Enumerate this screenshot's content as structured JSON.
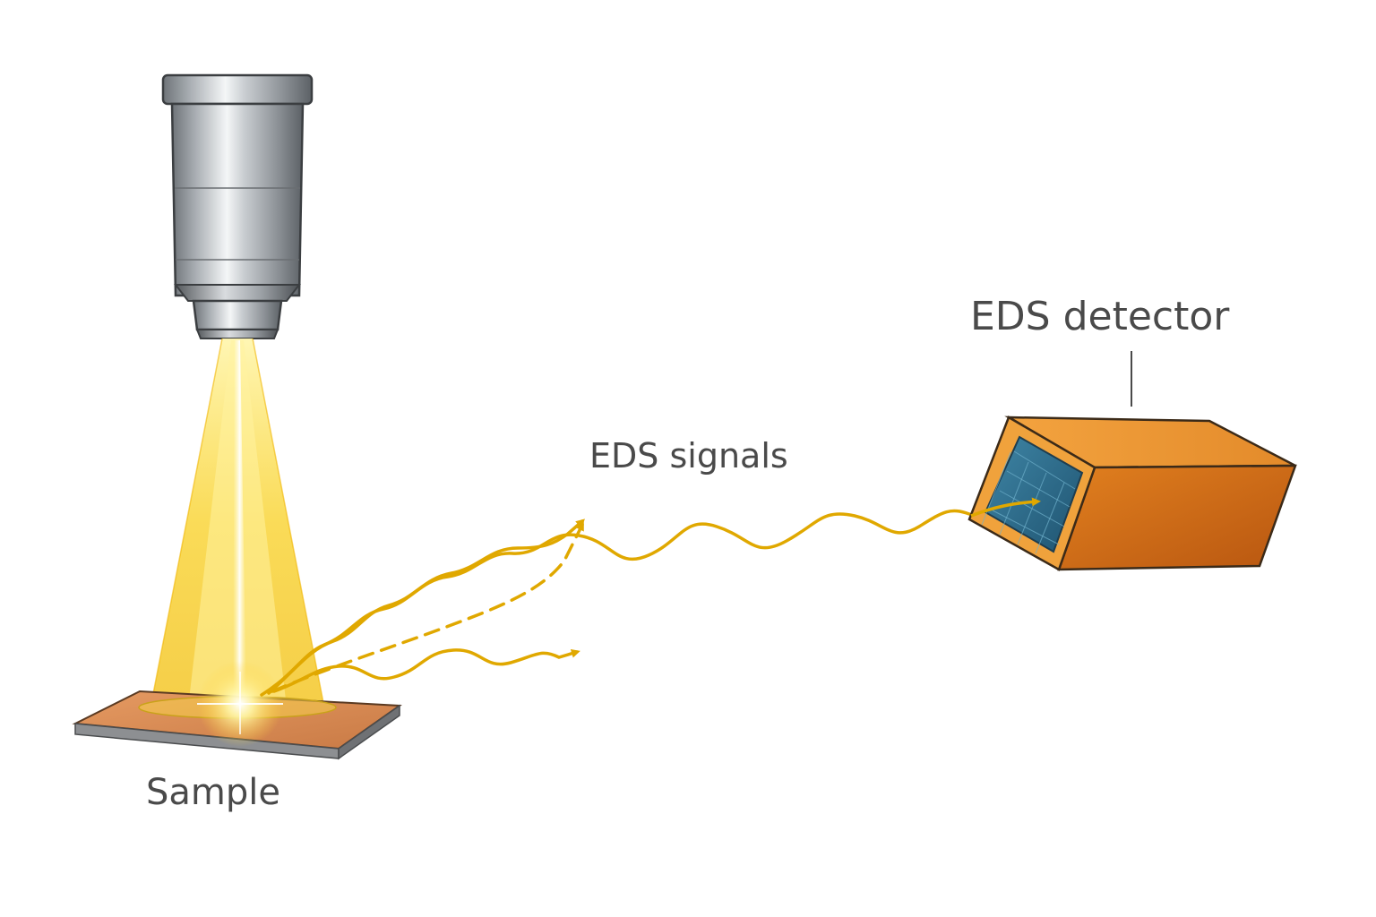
{
  "labels": {
    "sample": "Sample",
    "signals": "EDS signals",
    "detector": "EDS detector"
  },
  "colors": {
    "background": "#ffffff",
    "beam": "#f5c518",
    "signal": "#e0a800",
    "detector_body": "#d8731a",
    "detector_screen": "#2f6f8f",
    "sample_plate": "#d98a55",
    "objective_metal": "#9aa0a6",
    "label_text": "#4a4a4a"
  },
  "icons": {
    "objective": "microscope-objective-icon",
    "beam": "electron-beam-icon",
    "sample": "sample-plate-icon",
    "detector": "eds-detector-icon"
  }
}
